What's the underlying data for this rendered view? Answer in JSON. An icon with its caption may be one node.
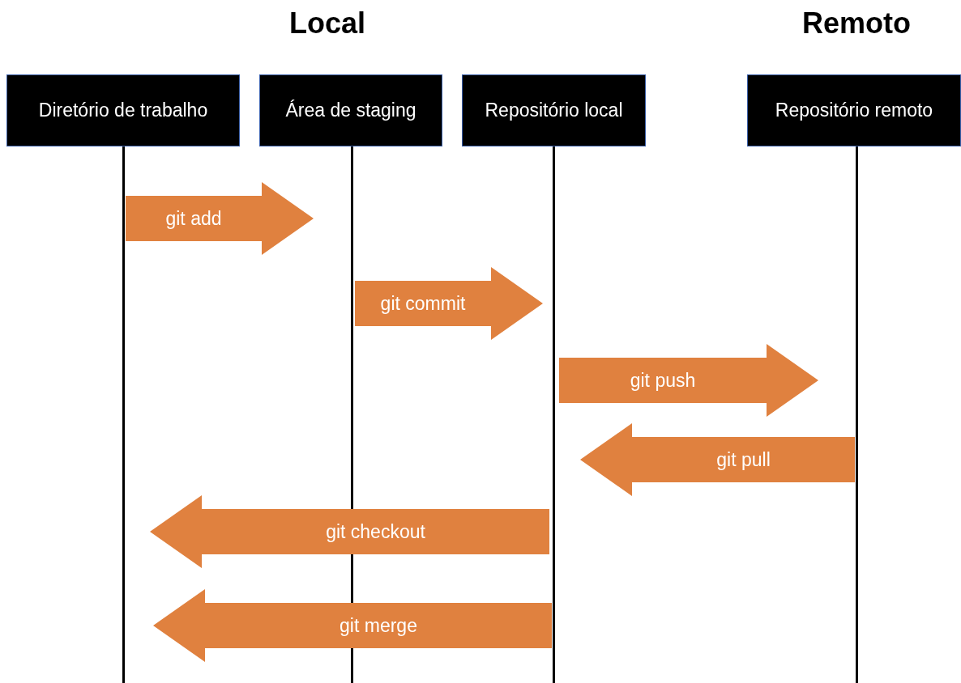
{
  "diagram": {
    "nodes": [
      {
        "text": [
          "Diretório de trabalho"
        ]
      },
      {
        "text": [
          "Área de staging"
        ]
      },
      {
        "text": [
          "Repositório local"
        ]
      },
      {
        "text": [
          "Repositório remoto"
        ]
      },
      {
        "text": [],
        "shape": "line"
      },
      {
        "text": [],
        "shape": "line"
      },
      {
        "text": [],
        "shape": "line"
      },
      {
        "text": [],
        "shape": "line"
      }
    ],
    "edges": [
      {
        "from": 4,
        "to": 5,
        "arrow": "to",
        "label": "git add"
      },
      {
        "from": 5,
        "to": 6,
        "arrow": "to",
        "label": "git commit"
      },
      {
        "from": 6,
        "to": 7,
        "arrow": "to",
        "label": "git push"
      },
      {
        "from": 7,
        "to": 6,
        "arrow": "to",
        "label": "git pull"
      },
      {
        "from": 6,
        "to": 4,
        "arrow": "to",
        "label": "git checkout"
      },
      {
        "from": 6,
        "to": 4,
        "arrow": "to",
        "label": "git merge"
      }
    ],
    "labels": [
      "Local",
      "Remoto"
    ]
  }
}
